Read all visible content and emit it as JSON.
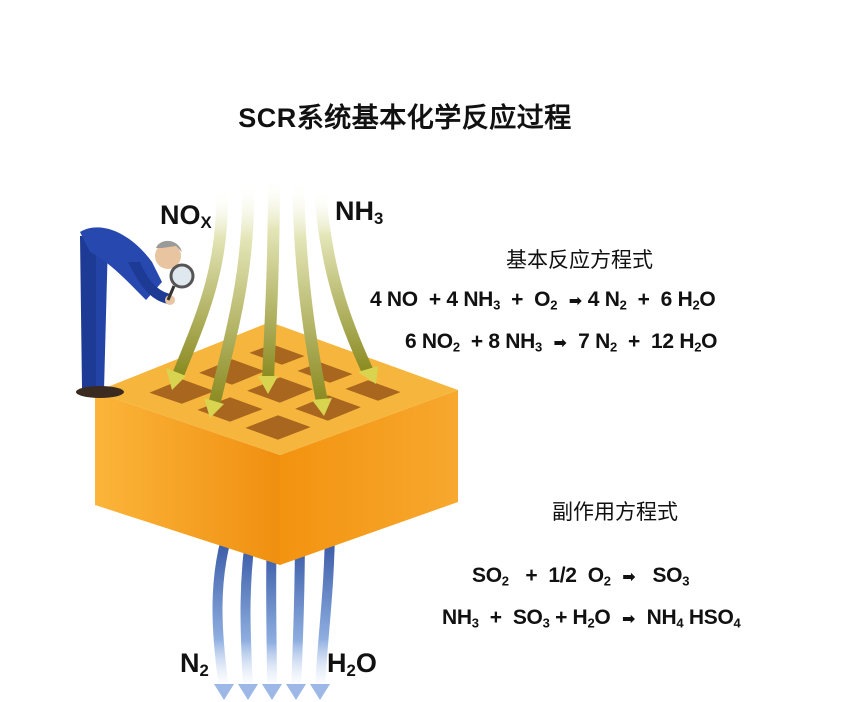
{
  "title": "SCR系统基本化学反应过程",
  "inputs": {
    "left_label": "NO",
    "left_sub": "X",
    "right_label": "NH",
    "right_sub": "3"
  },
  "outputs": {
    "left_label": "N",
    "left_sub": "2",
    "right_label_a": "H",
    "right_sub": "2",
    "right_label_b": "O"
  },
  "basic": {
    "heading": "基本反应方程式",
    "eq1": [
      "4 NO",
      "+ 4 NH",
      "3",
      "+",
      "O",
      "2",
      "4 N",
      "2",
      "+",
      "6 H",
      "2",
      "O"
    ],
    "eq2": [
      "6 NO",
      "2",
      "+ 8 NH",
      "3",
      "7 N",
      "2",
      "+",
      "12 H",
      "2",
      "O"
    ]
  },
  "side": {
    "heading": "副作用方程式",
    "eq1": [
      "SO",
      "2",
      "+",
      "1/2",
      "O",
      "2",
      "SO",
      "3"
    ],
    "eq2": [
      "NH",
      "3",
      "+",
      "SO",
      "3",
      "+ H",
      "2",
      "O",
      "NH",
      "4",
      "HSO",
      "4"
    ]
  },
  "arrow_glyph": "➡",
  "colors": {
    "catalyst_front": "#f39a14",
    "catalyst_top": "#f7b33a",
    "cell_floor": "#a3621c",
    "inflow": "#a7a93a",
    "outflow": "#3c66b8",
    "figure_suit": "#2344a6"
  },
  "icons": [
    "magnifier-icon",
    "inspector-figure"
  ]
}
